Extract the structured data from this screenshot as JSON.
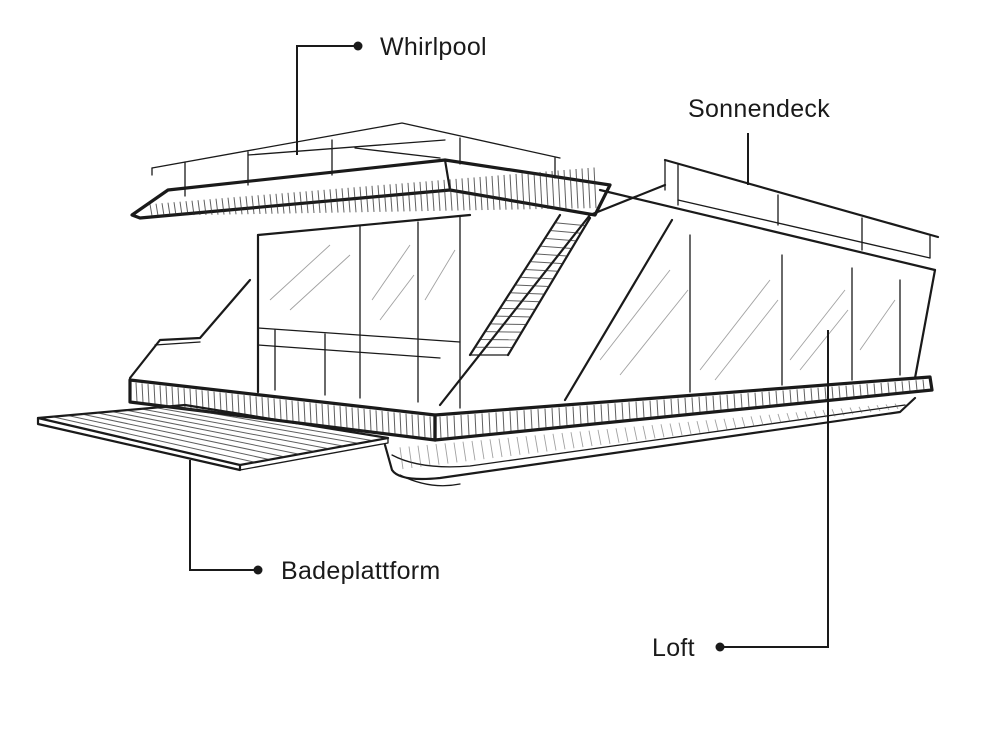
{
  "diagram": {
    "labels": {
      "whirlpool": "Whirlpool",
      "sonnendeck": "Sonnendeck",
      "badeplattform": "Badeplattform",
      "loft": "Loft"
    }
  }
}
